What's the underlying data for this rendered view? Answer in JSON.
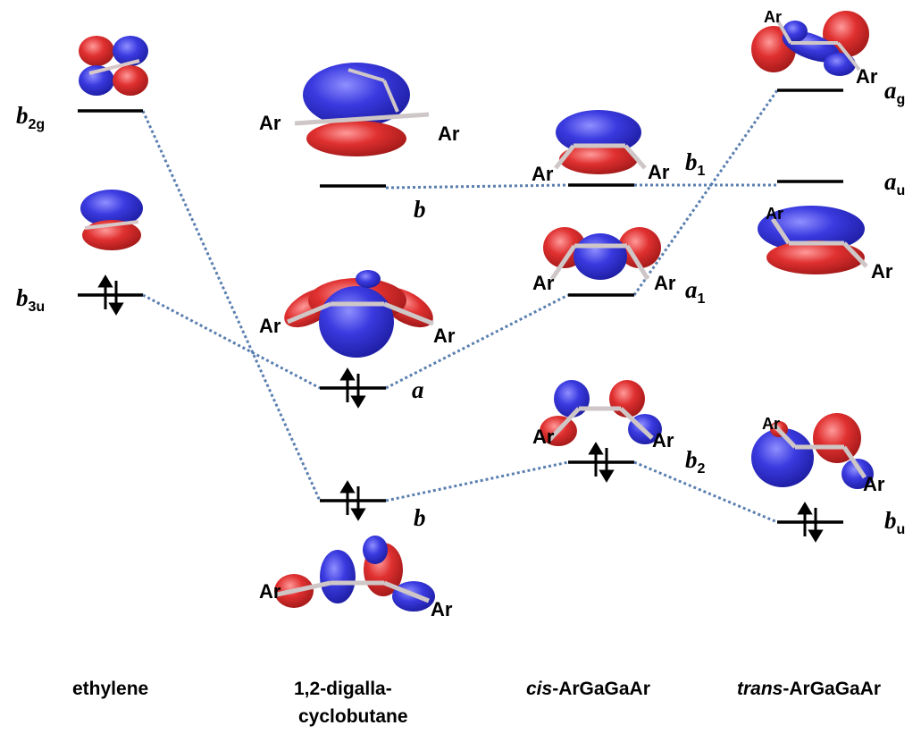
{
  "molecules": {
    "ethylene": "ethylene",
    "digalla_line1": "1,2-digalla-",
    "digalla_line2": "cyclobutane",
    "cis_prefix": "cis",
    "cis_rest": "-ArGaGaAr",
    "trans_prefix": "trans",
    "trans_rest": "-ArGaGaAr"
  },
  "substituent_label": "Ar",
  "orbitals": {
    "ethylene_upper": {
      "symbol": "b",
      "subscript": "2g"
    },
    "ethylene_lower": {
      "symbol": "b",
      "subscript": "3u"
    },
    "digalla_upper": {
      "symbol": "b"
    },
    "digalla_middle": {
      "symbol": "a"
    },
    "digalla_lower": {
      "symbol": "b"
    },
    "cis_upper": {
      "symbol": "b",
      "subscript": "1"
    },
    "cis_middle": {
      "symbol": "a",
      "subscript": "1"
    },
    "cis_lower": {
      "symbol": "b",
      "subscript": "2"
    },
    "trans_top": {
      "symbol": "a",
      "subscript": "g"
    },
    "trans_upper": {
      "symbol": "a",
      "subscript": "u"
    },
    "trans_lower": {
      "symbol": "b",
      "subscript": "u"
    }
  },
  "colors": {
    "positive_lobe": "#3b3bd6",
    "negative_lobe": "#d92a2a",
    "level_line": "#000000",
    "correlation_line": "#5a7fb0"
  }
}
